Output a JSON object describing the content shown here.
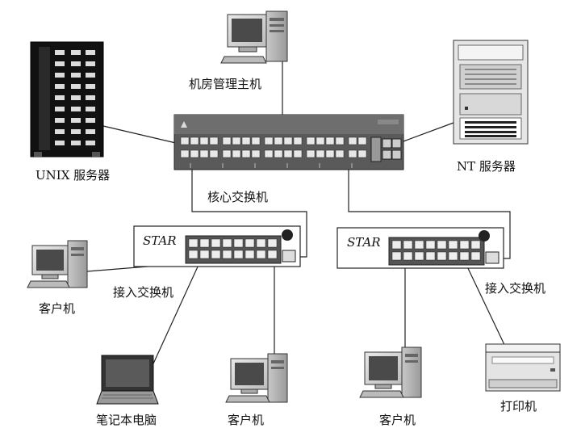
{
  "labels": {
    "admin_host": "机房管理主机",
    "unix_server": "UNIX 服务器",
    "nt_server": "NT 服务器",
    "core_switch": "核心交换机",
    "access_switch_left": "接入交换机",
    "access_switch_right": "接入交换机",
    "client_left": "客户机",
    "laptop": "笔记本电脑",
    "client_bottom_mid": "客户机",
    "client_bottom_right": "客户机",
    "printer": "打印机"
  },
  "switch_brand": {
    "left": "STAR",
    "right": "STAR"
  },
  "icons": [
    "desktop-computer-icon",
    "rack-server-icon",
    "tower-server-icon",
    "core-switch-icon",
    "access-switch-icon",
    "laptop-icon",
    "printer-icon"
  ]
}
